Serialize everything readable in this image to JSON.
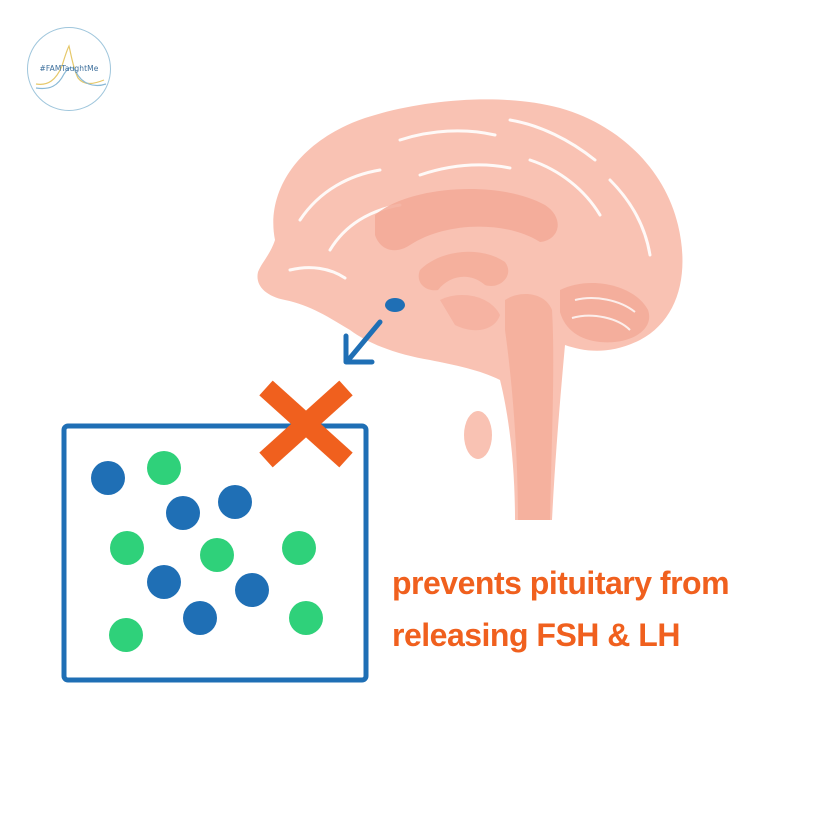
{
  "logo": {
    "text": "#FAMTaughtMe",
    "colors": {
      "ring": "#9fc6dc",
      "text": "#3d6f9c",
      "line_a": "#e6c86a",
      "line_b": "#8ab9d6"
    }
  },
  "caption": {
    "line1": "prevents pituitary from",
    "line2": "releasing FSH & LH",
    "color": "#f0601e"
  },
  "diagram": {
    "brain_color": "#f9c2b3",
    "brain_dark": "#f3a996",
    "arrow_color": "#1f6fb5",
    "cross_color": "#f0601e",
    "box_border_color": "#1f6fb5",
    "blue_dot_color": "#1f6fb5",
    "green_dot_color": "#2fd17a",
    "icons": [
      "brain-illustration",
      "pituitary-marker",
      "arrow-down-left-icon",
      "cross-icon"
    ]
  }
}
